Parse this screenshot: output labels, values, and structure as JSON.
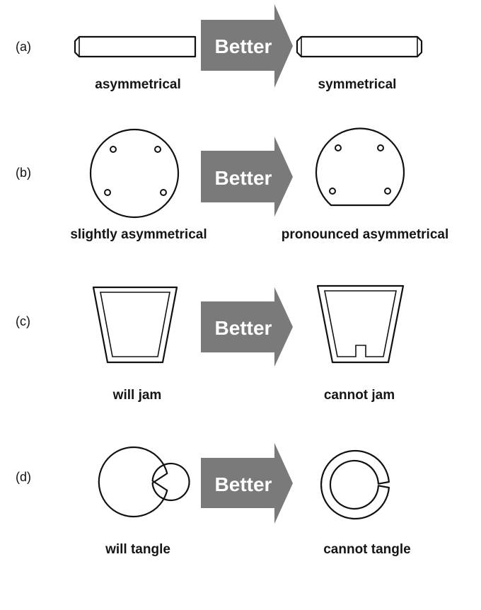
{
  "colors": {
    "arrow": "#7a7a7a",
    "ink": "#111111",
    "background": "#ffffff"
  },
  "arrow_label": "Better",
  "rows": [
    {
      "id": "a",
      "label": "(a)",
      "left_caption": "asymmetrical",
      "right_caption": "symmetrical"
    },
    {
      "id": "b",
      "label": "(b)",
      "left_caption": "slightly asymmetrical",
      "right_caption": "pronounced asymmetrical"
    },
    {
      "id": "c",
      "label": "(c)",
      "left_caption": "will jam",
      "right_caption": "cannot jam"
    },
    {
      "id": "d",
      "label": "(d)",
      "left_caption": "will tangle",
      "right_caption": "cannot tangle"
    }
  ]
}
